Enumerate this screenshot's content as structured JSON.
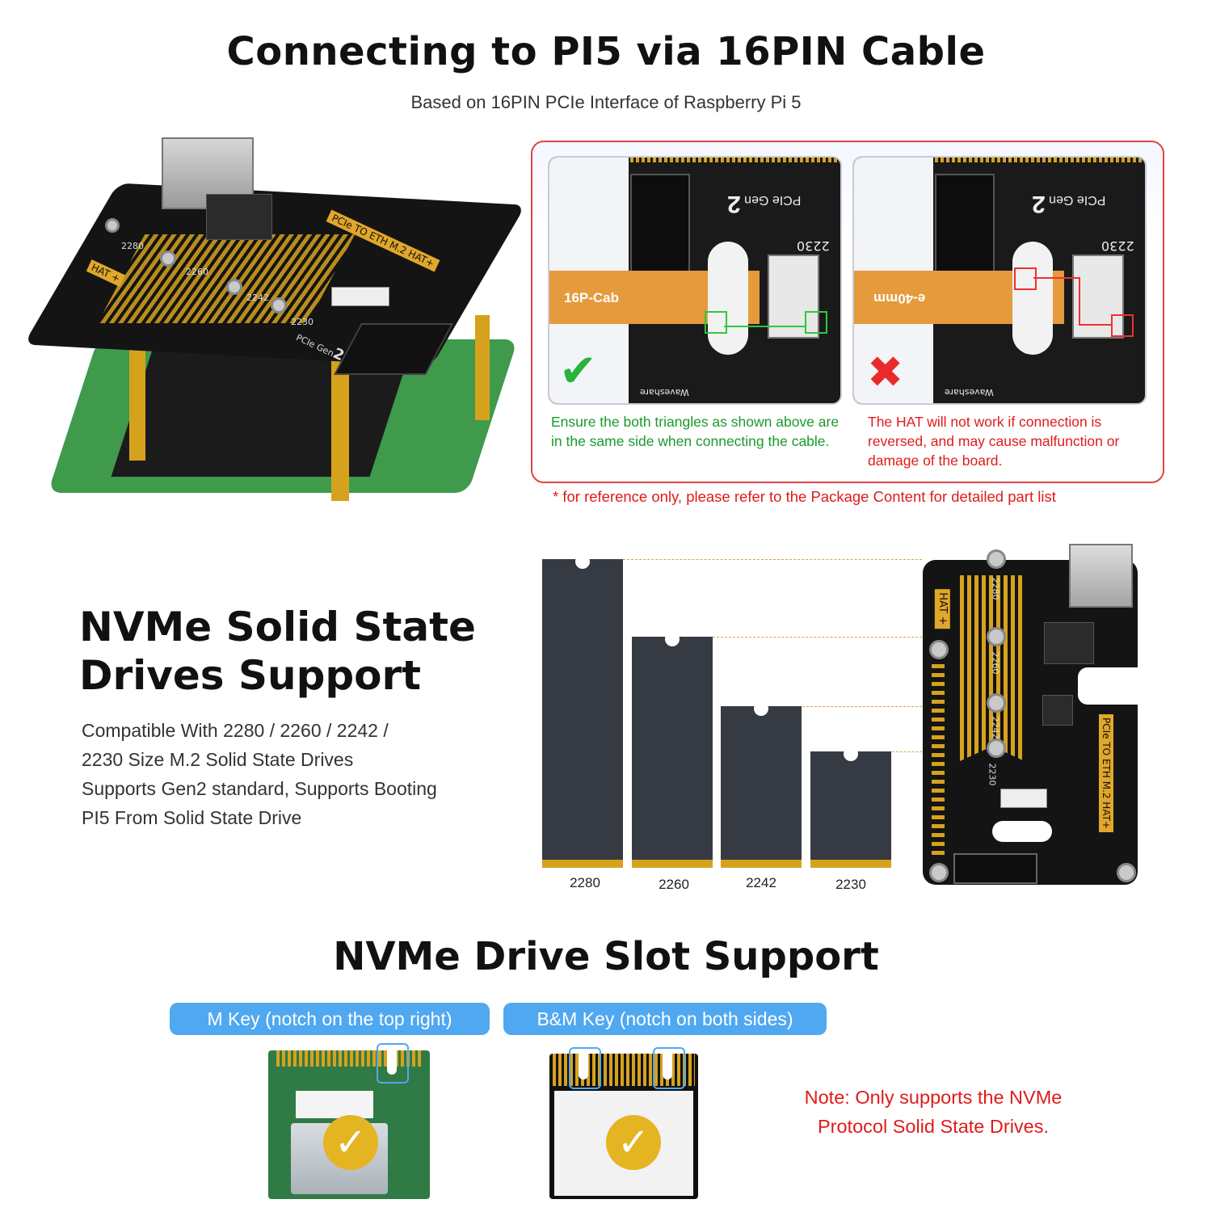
{
  "header": {
    "title": "Connecting to PI5 via 16PIN Cable",
    "subtitle": "Based on 16PIN PCIe Interface of Raspberry Pi 5"
  },
  "connection": {
    "correct": {
      "cable_text": "16P-Cab",
      "caption": "Ensure the both triangles as shown above are in the same side when connecting the cable."
    },
    "wrong": {
      "cable_text": "e-40mm",
      "caption": "The HAT will not work if connection is reversed, and may cause malfunction or damage of the board."
    },
    "board_text": {
      "pcie": "PCIe",
      "gen": "Gen",
      "gen_num": "2",
      "size": "2230",
      "brand": "Waveshare"
    },
    "disclaimer": "* for reference only, please refer to the Package Content for detailed part list"
  },
  "hat_photo": {
    "label_hat": "HAT +",
    "label_product": "PCIe TO ETH M.2 HAT+",
    "label_2280": "2280",
    "label_2260": "2260",
    "label_2242": "2242",
    "label_2230": "2230",
    "label_pcie": "PCIe",
    "label_gen": "Gen",
    "label_gen_num": "2"
  },
  "nvme": {
    "title_line1": "NVMe Solid State",
    "title_line2": "Drives Support",
    "desc_line1": "Compatible With 2280 / 2260 / 2242 /",
    "desc_line2": "2230 Size M.2 Solid State Drives",
    "desc_line3": "Supports Gen2 standard, Supports Booting",
    "desc_line4": "PI5 From Solid State Drive",
    "sizes": [
      "2280",
      "2260",
      "2242",
      "2230"
    ]
  },
  "slots": {
    "title": "NVMe Drive Slot Support",
    "m_key": "M Key (notch on the top right)",
    "bm_key": "B&M Key (notch on both sides)",
    "note_line1": "Note: Only supports the NVMe",
    "note_line2": "Protocol Solid State Drives."
  },
  "colors": {
    "accent_blue": "#4fa8f0",
    "ok_green": "#1a9b2c",
    "warn_red": "#e01b1b",
    "gold": "#d6a21e"
  }
}
